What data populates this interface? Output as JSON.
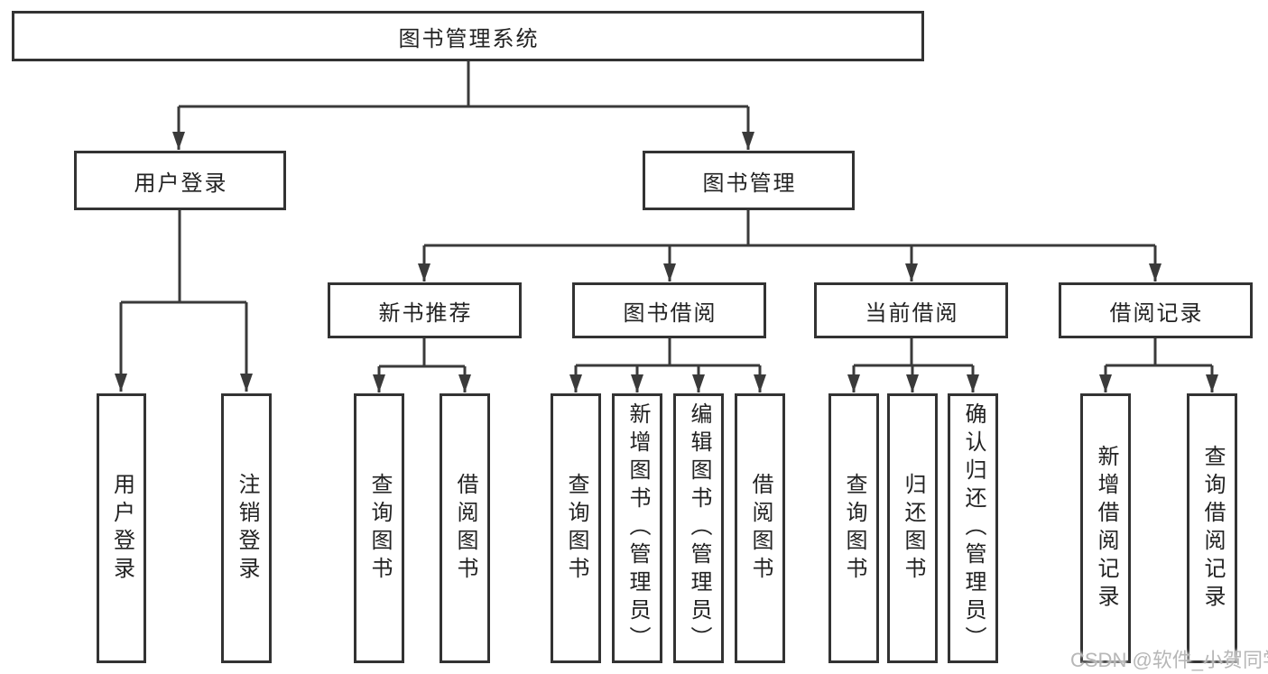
{
  "diagram": {
    "root": {
      "label": "图书管理系统"
    },
    "user_branch": {
      "label": "用户登录",
      "children": [
        {
          "label": "用户登录"
        },
        {
          "label": "注销登录"
        }
      ]
    },
    "book_branch": {
      "label": "图书管理",
      "sections": [
        {
          "label": "新书推荐",
          "children": [
            {
              "label": "查询图书"
            },
            {
              "label": "借阅图书"
            }
          ]
        },
        {
          "label": "图书借阅",
          "children": [
            {
              "label": "查询图书"
            },
            {
              "label": "新增图书（管理员）"
            },
            {
              "label": "编辑图书（管理员）"
            },
            {
              "label": "借阅图书"
            }
          ]
        },
        {
          "label": "当前借阅",
          "children": [
            {
              "label": "查询图书"
            },
            {
              "label": "归还图书"
            },
            {
              "label": "确认归还（管理员）"
            }
          ]
        },
        {
          "label": "借阅记录",
          "children": [
            {
              "label": "新增借阅记录"
            },
            {
              "label": "查询借阅记录"
            }
          ]
        }
      ]
    },
    "watermark": "CSDN @软件_小贺同学"
  },
  "colors": {
    "box_border": "#333333",
    "line": "#3a3a3a",
    "text": "#222222",
    "watermark": "#b7b7b7",
    "background": "#ffffff"
  }
}
